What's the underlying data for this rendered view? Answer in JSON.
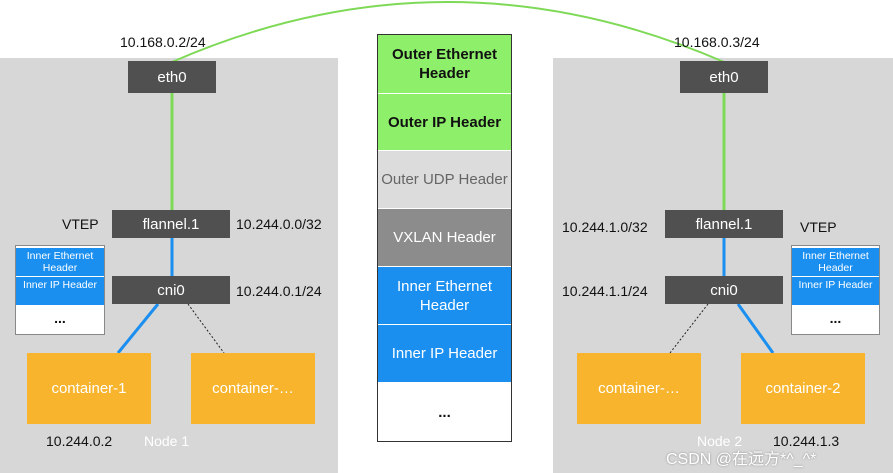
{
  "left_node": {
    "name": "Node 1",
    "eth0": {
      "label": "eth0",
      "ip": "10.168.0.2/24"
    },
    "vtep": "VTEP",
    "flannel": {
      "label": "flannel.1",
      "ip": "10.244.0.0/32"
    },
    "cni0": {
      "label": "cni0",
      "ip": "10.244.0.1/24"
    },
    "mini_packet": [
      "Inner Ethernet Header",
      "Inner IP Header",
      "..."
    ],
    "containers": [
      "container-1",
      "container-…"
    ],
    "container_ip": "10.244.0.2"
  },
  "right_node": {
    "name": "Node 2",
    "eth0": {
      "label": "eth0",
      "ip": "10.168.0.3/24"
    },
    "vtep": "VTEP",
    "flannel": {
      "label": "flannel.1",
      "ip": "10.244.1.0/32"
    },
    "cni0": {
      "label": "cni0",
      "ip": "10.244.1.1/24"
    },
    "mini_packet": [
      "Inner Ethernet Header",
      "Inner IP Header",
      "..."
    ],
    "containers": [
      "container-…",
      "container-2"
    ],
    "container_ip": "10.244.1.3"
  },
  "packet": {
    "segments": [
      {
        "label": "Outer Ethernet Header",
        "color": "#8ef06a"
      },
      {
        "label": "Outer IP Header",
        "color": "#8ef06a"
      },
      {
        "label": "Outer UDP Header",
        "color": "#dcdcdc"
      },
      {
        "label": "VXLAN Header",
        "color": "#8c8c8c"
      },
      {
        "label": "Inner Ethernet Header",
        "color": "#1a8ff0"
      },
      {
        "label": "Inner IP Header",
        "color": "#1a8ff0"
      },
      {
        "label": "...",
        "color": "#ffffff"
      }
    ]
  },
  "watermark": "CSDN @在远方*^_^*",
  "colors": {
    "underlay_link": "#7ed957",
    "overlay_link": "#1a8ff0",
    "device": "#505050",
    "container": "#f7b42c"
  }
}
